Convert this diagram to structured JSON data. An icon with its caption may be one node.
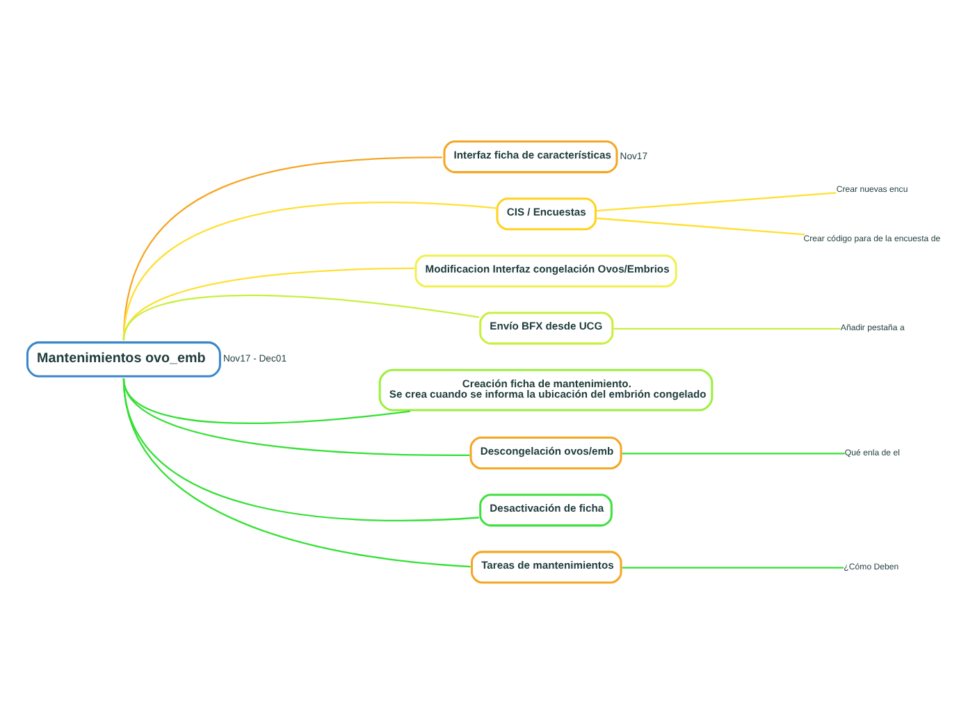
{
  "diagram": {
    "nodes": [
      {
        "text": [
          "Mantenimientos ovo_emb"
        ],
        "beside": [
          "Nov17 - Dec01"
        ]
      },
      {
        "text": [
          "Interfaz ficha de características"
        ],
        "beside": [
          "Nov17"
        ]
      },
      {
        "text": [
          "CIS / Encuestas"
        ]
      },
      {
        "text": [
          "Crear nuevas encu"
        ]
      },
      {
        "text": [
          "Crear código para de la encuesta de"
        ]
      },
      {
        "text": [
          "Modificacion Interfaz congelación Ovos/Embrios"
        ]
      },
      {
        "text": [
          "Envío BFX desde UCG"
        ]
      },
      {
        "text": [
          "Añadir pestaña a"
        ]
      },
      {
        "text": [
          "Creación ficha de mantenimiento.",
          "Se crea cuando se informa la ubicación del embrión congelado"
        ]
      },
      {
        "text": [
          "Descongelación ovos/emb"
        ]
      },
      {
        "text": [
          "Qué enla de el"
        ]
      },
      {
        "text": [
          "Desactivación de ficha"
        ]
      },
      {
        "text": [
          "Tareas de mantenimientos"
        ]
      },
      {
        "text": [
          "¿Cómo Deben"
        ]
      }
    ],
    "edges": [
      {
        "from": 0,
        "to": 1,
        "arrow": "none",
        "color": "#f5a623"
      },
      {
        "from": 0,
        "to": 2,
        "arrow": "none",
        "color": "#ffe033"
      },
      {
        "from": 2,
        "to": 3,
        "arrow": "none",
        "color": "#ffe033"
      },
      {
        "from": 2,
        "to": 4,
        "arrow": "none",
        "color": "#ffe033"
      },
      {
        "from": 0,
        "to": 5,
        "arrow": "none",
        "color": "#ffe033"
      },
      {
        "from": 0,
        "to": 6,
        "arrow": "none",
        "color": "#c8f03c"
      },
      {
        "from": 6,
        "to": 7,
        "arrow": "none",
        "color": "#c8f03c"
      },
      {
        "from": 0,
        "to": 8,
        "arrow": "none"
      },
      {
        "from": 0,
        "to": 9,
        "arrow": "none"
      },
      {
        "from": 9,
        "to": 10,
        "arrow": "none"
      },
      {
        "from": 0,
        "to": 11,
        "arrow": "none"
      },
      {
        "from": 0,
        "to": 12,
        "arrow": "none"
      },
      {
        "from": 12,
        "to": 13,
        "arrow": "none"
      }
    ]
  }
}
